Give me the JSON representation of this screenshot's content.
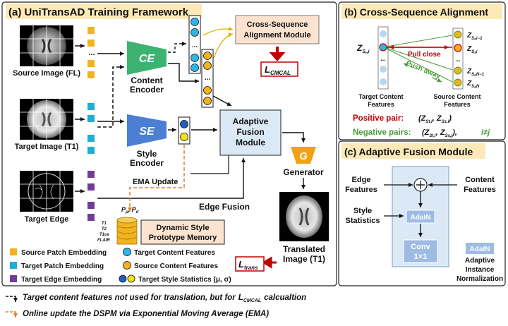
{
  "panels": {
    "a_title": "(a) UniTransAD Training Framework",
    "b_title": "(b) Cross-Sequence Alignment",
    "c_title": "(c) Adaptive Fusion Module"
  },
  "images": {
    "source": "Source Image (FL)",
    "target": "Target Image (T1)",
    "edge": "Target Edge",
    "translated_1": "Translated",
    "translated_2": "Image (T1)"
  },
  "modules": {
    "ce_label": "CE",
    "ce_name_1": "Content",
    "ce_name_2": "Encoder",
    "se_label": "SE",
    "se_name_1": "Style",
    "se_name_2": "Encoder",
    "csa_1": "Cross-Sequence",
    "csa_2": "Alignment Module",
    "afm_1": "Adaptive",
    "afm_2": "Fusion",
    "afm_3": "Module",
    "g_label": "G",
    "generator": "Generator",
    "dspm_1": "Dynamic Style",
    "dspm_2": "Prototype Memory"
  },
  "labels": {
    "ema_update": "EMA Update",
    "edge_fusion": "Edge Fusion",
    "l_cmcal": "L",
    "l_cmcal_sub": "CMCAL",
    "l_trans": "L",
    "l_trans_sub": "trans",
    "p_mu_sigma": "P",
    "mu": "μ",
    "sigma": "σ",
    "seq_t1": "T1",
    "seq_t2": "T2",
    "seq_t1ce": "T1ce",
    "seq_flair": "FLAIR",
    "dots": "..."
  },
  "legend": {
    "source_patch": "Source Patch Embedding",
    "target_patch": "Target Patch Embedding",
    "target_edge": "Target Edge Embedding",
    "target_content": "Target Content Features",
    "source_content": "Source Content Features",
    "target_style": "Target Style Statistics (μ, σ)"
  },
  "panel_b": {
    "z_target": "Z",
    "target_features_1": "Target Content",
    "target_features_2": "Features",
    "source_features_1": "Source Content",
    "source_features_2": "Features",
    "pull_close": "Pull close",
    "push_away": "Push away",
    "positive_pair": "Positive pair:",
    "negative_pairs": "Negative pairs:",
    "i_ne_j": "i≠j",
    "src_labels": [
      "i−1",
      "i",
      "N−1",
      "N"
    ]
  },
  "panel_c": {
    "edge_features_1": "Edge",
    "edge_features_2": "Features",
    "content_features_1": "Content",
    "content_features_2": "Features",
    "style_stats_1": "Style",
    "style_stats_2": "Statistics",
    "adain": "AdaIN",
    "conv": "Conv",
    "conv_kernel": "1×1",
    "adain_legend": "AdaIN",
    "adain_full_1": "Adaptive",
    "adain_full_2": "Instance",
    "adain_full_3": "Normalization"
  },
  "footnotes": {
    "note_1": "Target content features not used for translation, but for",
    "note_1_loss": "L",
    "note_1_loss_sub": "CMCAL",
    "note_1_end": "calcualtion",
    "note_2": "Online update the DSPM via Exponential Moving Average (EMA)"
  },
  "colors": {
    "panel_title_bg": "#fde9b8",
    "source_square": "#f0b41e",
    "target_square": "#1eaed6",
    "edge_square": "#6f3c9a",
    "ce_green": "#3cb371",
    "se_blue": "#4a7fd4",
    "generator_orange": "#f2a20f",
    "loss_red": "#c00000",
    "ema_orange": "#d9822b",
    "dspm_bg": "#fbe3d0",
    "fusion_bg": "#dbe8f6",
    "adain_bg": "#9dbbe3"
  }
}
